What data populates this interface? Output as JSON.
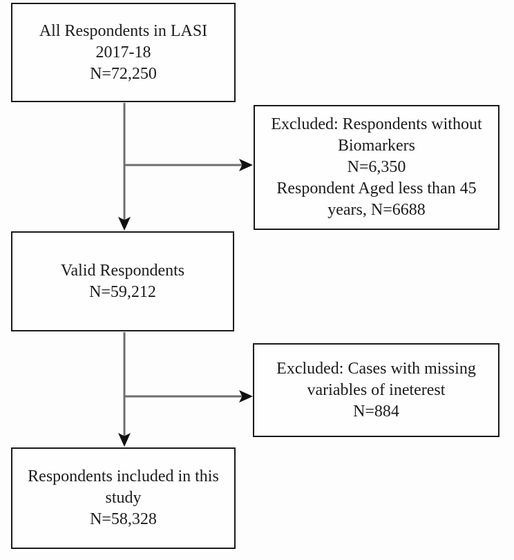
{
  "flowchart": {
    "description": "LASI 2017-18 study sample selection flow diagram",
    "colors": {
      "box_border": "#1a1a1a",
      "box_fill": "#fefefe",
      "connector_line": "#6e6e6e",
      "arrowhead": "#111111",
      "background": "#fdfdfd"
    },
    "boxes": {
      "all_respondents": {
        "lines": [
          "All Respondents in LASI",
          "2017-18",
          "N=72,250"
        ]
      },
      "excluded_biomarkers": {
        "lines": [
          "Excluded: Respondents without",
          "Biomarkers",
          "N=6,350",
          "Respondent Aged less than 45",
          "years, N=6688"
        ]
      },
      "valid_respondents": {
        "lines": [
          "Valid Respondents",
          "N=59,212"
        ]
      },
      "excluded_missing": {
        "lines": [
          "Excluded: Cases with missing",
          "variables of ineterest",
          "N=884"
        ]
      },
      "included_study": {
        "lines": [
          "Respondents included in this",
          "study",
          "N=58,328"
        ]
      }
    },
    "connections": [
      {
        "from": "all_respondents",
        "to": "valid_respondents",
        "type": "arrow-down"
      },
      {
        "from": "all_respondents",
        "to": "excluded_biomarkers",
        "type": "arrow-right"
      },
      {
        "from": "valid_respondents",
        "to": "included_study",
        "type": "arrow-down"
      },
      {
        "from": "valid_respondents",
        "to": "excluded_missing",
        "type": "arrow-right"
      }
    ]
  }
}
